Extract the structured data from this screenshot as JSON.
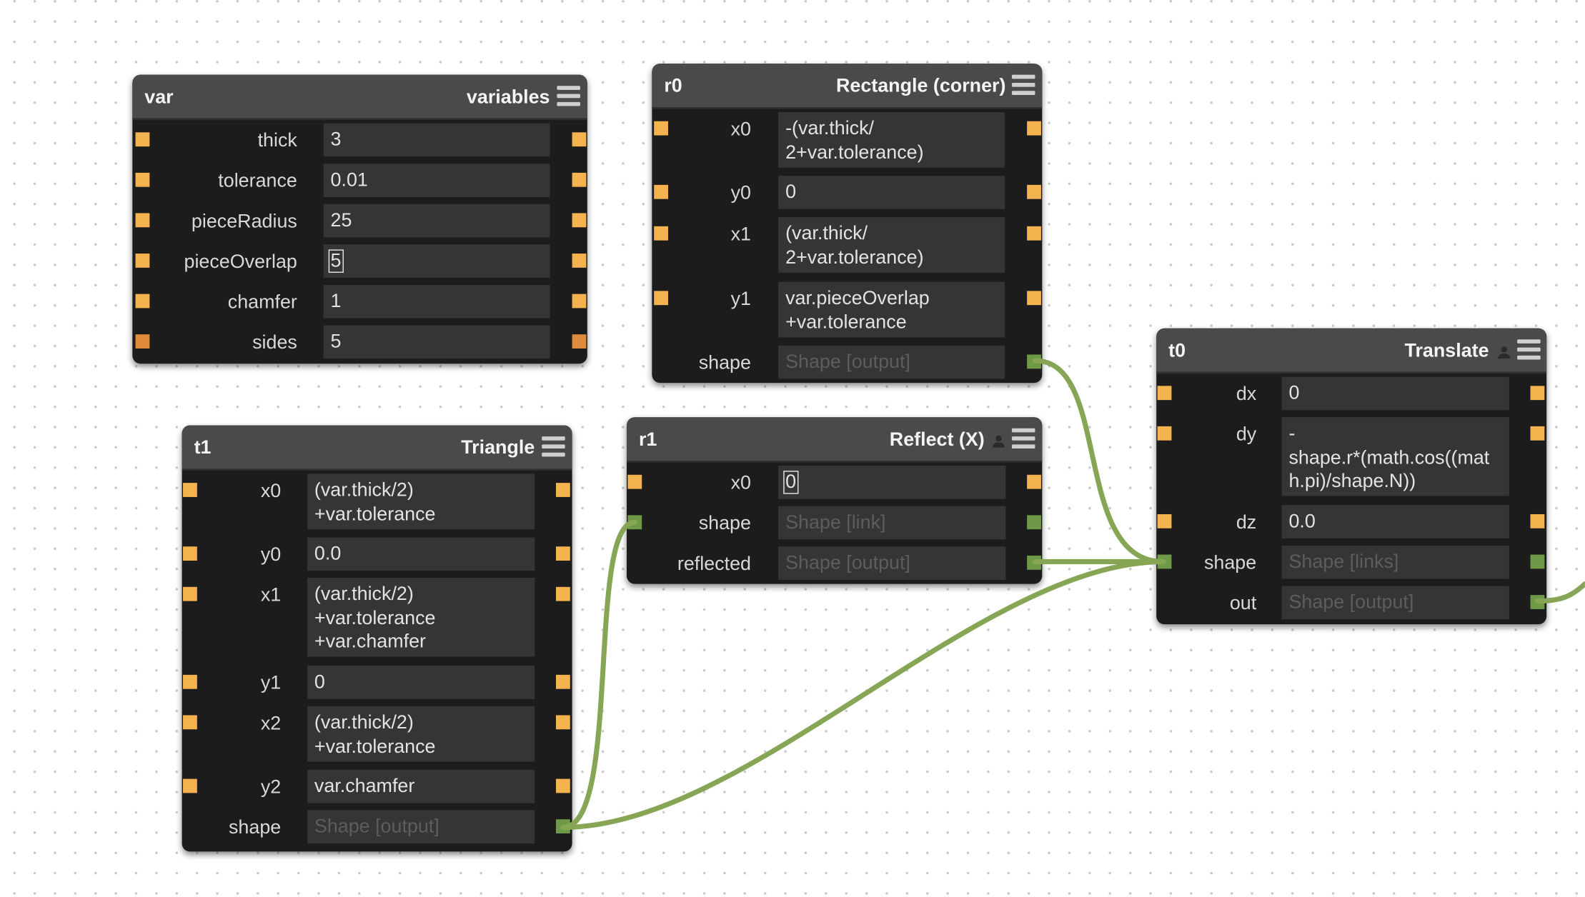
{
  "colors": {
    "canvas_background": "#ffffff",
    "node_body": "#1c1c1c",
    "node_header": "#4a4a4a",
    "field_background": "#353535",
    "port_number": "#f5b350",
    "port_shape": "#6e9a47",
    "wire": "#86a655"
  },
  "nodes": {
    "var": {
      "id": "var",
      "type": "variables",
      "rows": [
        {
          "label": "thick",
          "value": "3"
        },
        {
          "label": "tolerance",
          "value": "0.01"
        },
        {
          "label": "pieceRadius",
          "value": "25"
        },
        {
          "label": "pieceOverlap",
          "value": "5"
        },
        {
          "label": "chamfer",
          "value": "1"
        },
        {
          "label": "sides",
          "value": "5"
        }
      ]
    },
    "r0": {
      "id": "r0",
      "type": "Rectangle (corner)",
      "rows": [
        {
          "label": "x0",
          "value": "-(var.thick/\n2+var.tolerance)"
        },
        {
          "label": "y0",
          "value": "0"
        },
        {
          "label": "x1",
          "value": "(var.thick/\n2+var.tolerance)"
        },
        {
          "label": "y1",
          "value": "var.pieceOverlap\n+var.tolerance"
        },
        {
          "label": "shape",
          "value": "Shape [output]"
        }
      ]
    },
    "t0": {
      "id": "t0",
      "type": "Translate",
      "rows": [
        {
          "label": "dx",
          "value": "0"
        },
        {
          "label": "dy",
          "value": "-\nshape.r*(math.cos((math.pi)/shape.N))"
        },
        {
          "label": "dz",
          "value": "0.0"
        },
        {
          "label": "shape",
          "value": "Shape [links]"
        },
        {
          "label": "out",
          "value": "Shape [output]"
        }
      ]
    },
    "t1": {
      "id": "t1",
      "type": "Triangle",
      "rows": [
        {
          "label": "x0",
          "value": "(var.thick/2)\n+var.tolerance"
        },
        {
          "label": "y0",
          "value": "0.0"
        },
        {
          "label": "x1",
          "value": "(var.thick/2)\n+var.tolerance\n+var.chamfer"
        },
        {
          "label": "y1",
          "value": "0"
        },
        {
          "label": "x2",
          "value": "(var.thick/2)\n+var.tolerance"
        },
        {
          "label": "y2",
          "value": "var.chamfer"
        },
        {
          "label": "shape",
          "value": "Shape [output]"
        }
      ]
    },
    "r1": {
      "id": "r1",
      "type": "Reflect (X)",
      "rows": [
        {
          "label": "x0",
          "value": "0"
        },
        {
          "label": "shape",
          "value": "Shape [link]"
        },
        {
          "label": "reflected",
          "value": "Shape [output]"
        }
      ]
    }
  },
  "icons": {
    "menu": "hamburger-menu-icon",
    "user": "user-icon"
  }
}
